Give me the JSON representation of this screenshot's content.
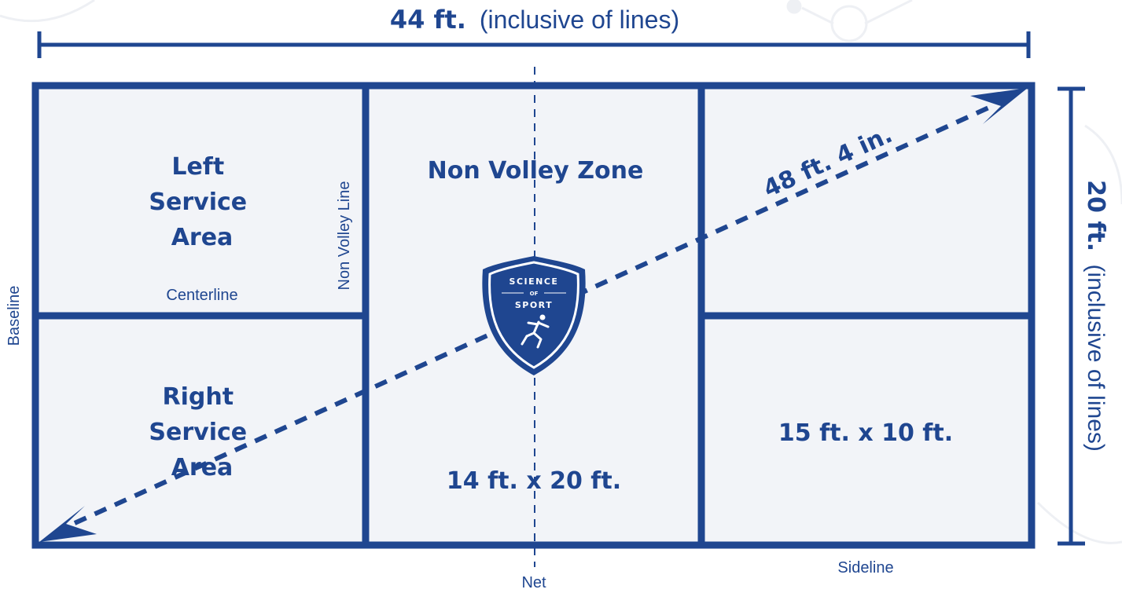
{
  "colors": {
    "primary": "#1f4690",
    "court_fill": "#f2f4f8",
    "background": "#ffffff",
    "watermark": "#eef0f4"
  },
  "dimensions": {
    "width_value": "44 ft.",
    "width_note": "(inclusive of lines)",
    "height_value": "20 ft.",
    "height_note": "(inclusive of lines)",
    "diagonal": "48 ft. 4 in."
  },
  "zones": {
    "left_service_area": [
      "Left",
      "Service",
      "Area"
    ],
    "right_service_area": [
      "Right",
      "Service",
      "Area"
    ],
    "non_volley_zone": "Non Volley Zone",
    "non_volley_zone_size": "14 ft. x 20 ft.",
    "service_box_size": "15 ft. x 10 ft."
  },
  "lines": {
    "baseline": "Baseline",
    "centerline": "Centerline",
    "non_volley_line": "Non Volley Line",
    "net": "Net",
    "sideline": "Sideline"
  },
  "logo": {
    "line1": "SCIENCE",
    "line2": "OF",
    "line3": "SPORT",
    "icon": "running-man-icon"
  }
}
